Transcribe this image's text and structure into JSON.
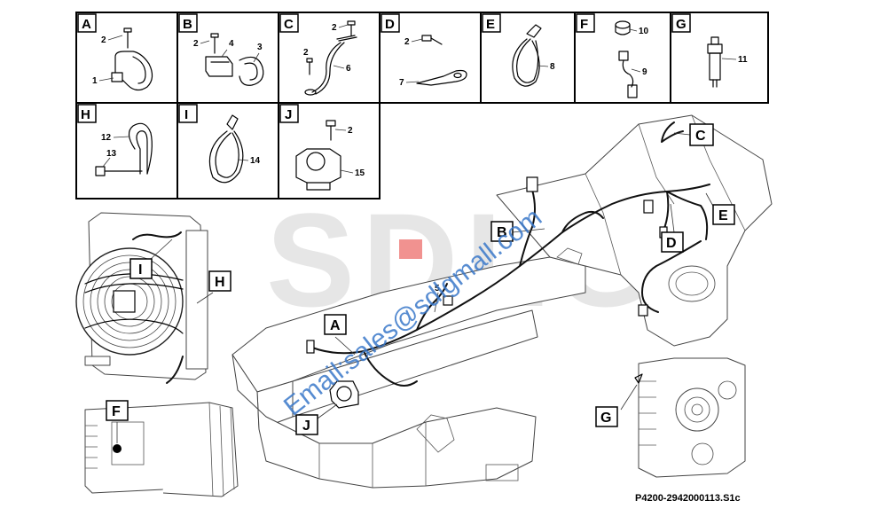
{
  "legend_cells": [
    {
      "letter": "A",
      "callouts": [
        "2",
        "1"
      ]
    },
    {
      "letter": "B",
      "callouts": [
        "2",
        "4",
        "3"
      ]
    },
    {
      "letter": "C",
      "callouts": [
        "2",
        "2",
        "6"
      ]
    },
    {
      "letter": "D",
      "callouts": [
        "2",
        "7"
      ]
    },
    {
      "letter": "E",
      "callouts": [
        "8"
      ]
    },
    {
      "letter": "F",
      "callouts": [
        "10",
        "9"
      ]
    },
    {
      "letter": "G",
      "callouts": [
        "11"
      ]
    },
    {
      "letter": "H",
      "callouts": [
        "12",
        "13"
      ]
    },
    {
      "letter": "I",
      "callouts": [
        "14"
      ]
    },
    {
      "letter": "J",
      "callouts": [
        "2",
        "15"
      ]
    }
  ],
  "main_callouts": {
    "a": "A",
    "b": "B",
    "c": "C",
    "d": "D",
    "e": "E",
    "f": "F",
    "g": "G",
    "h": "H",
    "i": "I",
    "j": "J",
    "part5": "5"
  },
  "watermark": {
    "logo": "SDLG",
    "email": "Email:sales@sdlgmall.com"
  },
  "drawing_id": "P4200-2942000113.S1c",
  "colors": {
    "line": "#000000",
    "watermark_logo": "#c8c8c8",
    "watermark_red": "#e53935",
    "watermark_text": "#3a78c9"
  }
}
